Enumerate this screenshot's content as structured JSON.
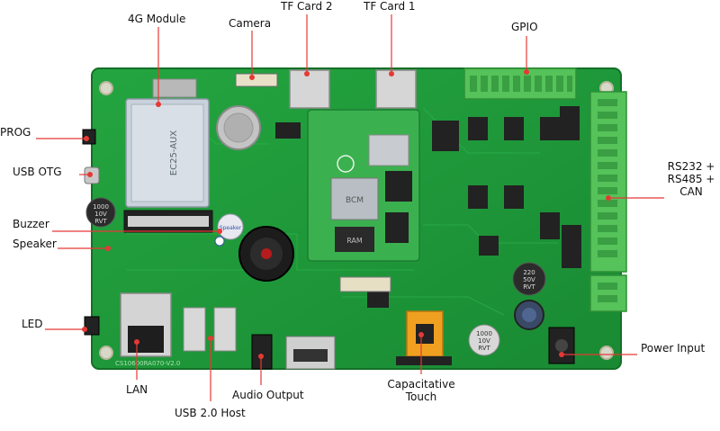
{
  "labels": {
    "module_4g": "4G Module",
    "camera": "Camera",
    "tf_card_2": "TF Card 2",
    "tf_card_1": "TF Card 1",
    "gpio": "GPIO",
    "prog": "PROG",
    "usb_otg": "USB OTG",
    "rs232": "RS232 +",
    "rs485": "RS485 +",
    "can": "CAN",
    "buzzer": "Buzzer",
    "speaker": "Speaker",
    "led": "LED",
    "power_input": "Power Input",
    "lan": "LAN",
    "usb_host": "USB 2.0 Host",
    "audio_output": "Audio Output",
    "cap_touch_1": "Capacitative",
    "cap_touch_2": "Touch"
  },
  "board": {
    "silkscreen": "CS10600RA070-V2.0",
    "module_text": "EC25-AUX",
    "speaker_sticker": "Speaker"
  },
  "chips": {
    "main_chip": "BCM",
    "mem_chip": "RAM"
  },
  "capacitors": [
    {
      "line1": "1000",
      "line2": "10V",
      "line3": "RVT"
    },
    {
      "line1": "220",
      "line2": "50V",
      "line3": "RVT"
    },
    {
      "line1": "1000",
      "line2": "10V",
      "line3": "RVT"
    }
  ],
  "colors": {
    "pcb": "#1f9a3a",
    "pcb_dark": "#17802f",
    "terminal": "#55c25a",
    "callout": "#e53935",
    "module": "#c9d2dc"
  }
}
